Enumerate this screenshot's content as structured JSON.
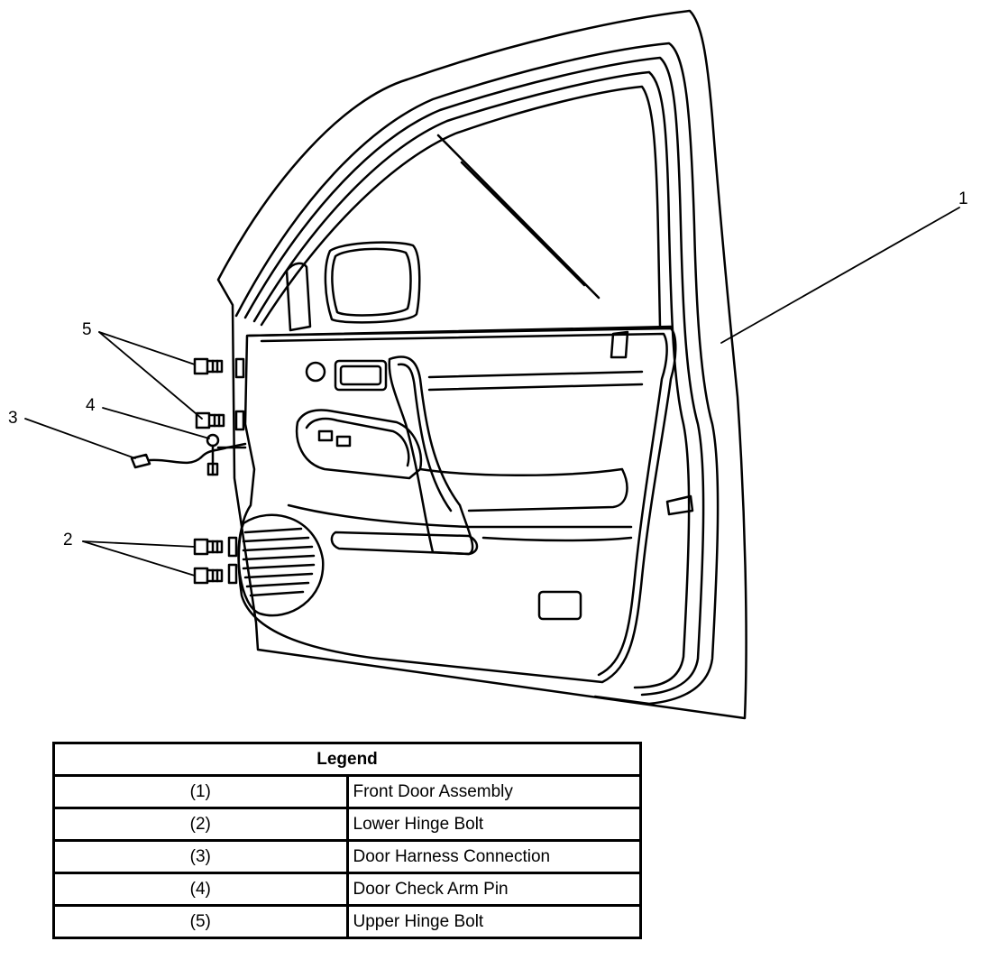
{
  "callouts": [
    "1",
    "2",
    "3",
    "4",
    "5"
  ],
  "legend": {
    "title": "Legend",
    "rows": [
      {
        "num": "(1)",
        "desc": "Front Door Assembly"
      },
      {
        "num": "(2)",
        "desc": "Lower Hinge Bolt"
      },
      {
        "num": "(3)",
        "desc": "Door Harness Connection"
      },
      {
        "num": "(4)",
        "desc": "Door Check Arm Pin"
      },
      {
        "num": "(5)",
        "desc": "Upper Hinge Bolt"
      }
    ]
  }
}
